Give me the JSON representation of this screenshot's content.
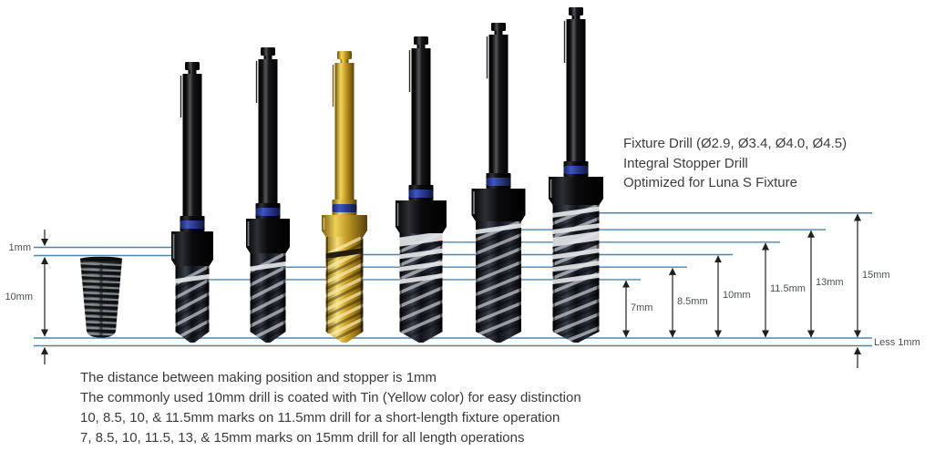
{
  "colors": {
    "background": "#ffffff",
    "measure_line": "#4e86ab",
    "arrow": "#1f1f1f",
    "body_text": "#3a3a3a",
    "label_text": "#4c5056",
    "stopper_ring_blue": "#2c3e9e",
    "tin_gold": "#d4aa2e"
  },
  "title_block": {
    "line1": "Fixture Drill (Ø2.9, Ø3.4, Ø4.0, Ø4.5)",
    "line2": "Integral Stopper Drill",
    "line3": "Optimized for Luna S Fixture"
  },
  "footnotes": [
    "The distance between making position and stopper is 1mm",
    "The commonly used 10mm drill is coated with Tin (Yellow color) for easy distinction",
    "10, 8.5, 10, & 11.5mm marks on 11.5mm drill for a short-length fixture operation",
    "7, 8.5, 10, 11.5, 13, & 15mm marks on 15mm drill for all length operations"
  ],
  "left_measurements": [
    {
      "label": "1mm",
      "mm": 1
    },
    {
      "label": "10mm",
      "mm": 10
    }
  ],
  "right_measurements": [
    {
      "label": "7mm",
      "mm": 7
    },
    {
      "label": "8.5mm",
      "mm": 8.5
    },
    {
      "label": "10mm",
      "mm": 10
    },
    {
      "label": "11.5mm",
      "mm": 11.5
    },
    {
      "label": "13mm",
      "mm": 13
    },
    {
      "label": "15mm",
      "mm": 15
    }
  ],
  "tip_offset_label": "Less 1mm",
  "implant": {
    "name": "fixture implant",
    "length_mm": 10
  },
  "drills": [
    {
      "name": "7mm fixture drill",
      "length_mm": 7,
      "coating": "black",
      "marks_mm": [
        7
      ]
    },
    {
      "name": "8.5mm fixture drill",
      "length_mm": 8.5,
      "coating": "black",
      "marks_mm": [
        8.5
      ]
    },
    {
      "name": "10mm fixture drill",
      "length_mm": 10,
      "coating": "tin-gold",
      "marks_mm": [
        10
      ]
    },
    {
      "name": "11.5mm fixture drill",
      "length_mm": 11.5,
      "coating": "black",
      "marks_mm": [
        11.5,
        10,
        8.5,
        7
      ]
    },
    {
      "name": "13mm fixture drill",
      "length_mm": 13,
      "coating": "black",
      "marks_mm": [
        13
      ]
    },
    {
      "name": "15mm fixture drill",
      "length_mm": 15,
      "coating": "black",
      "marks_mm": [
        15,
        13,
        11.5,
        10,
        8.5,
        7
      ]
    }
  ]
}
